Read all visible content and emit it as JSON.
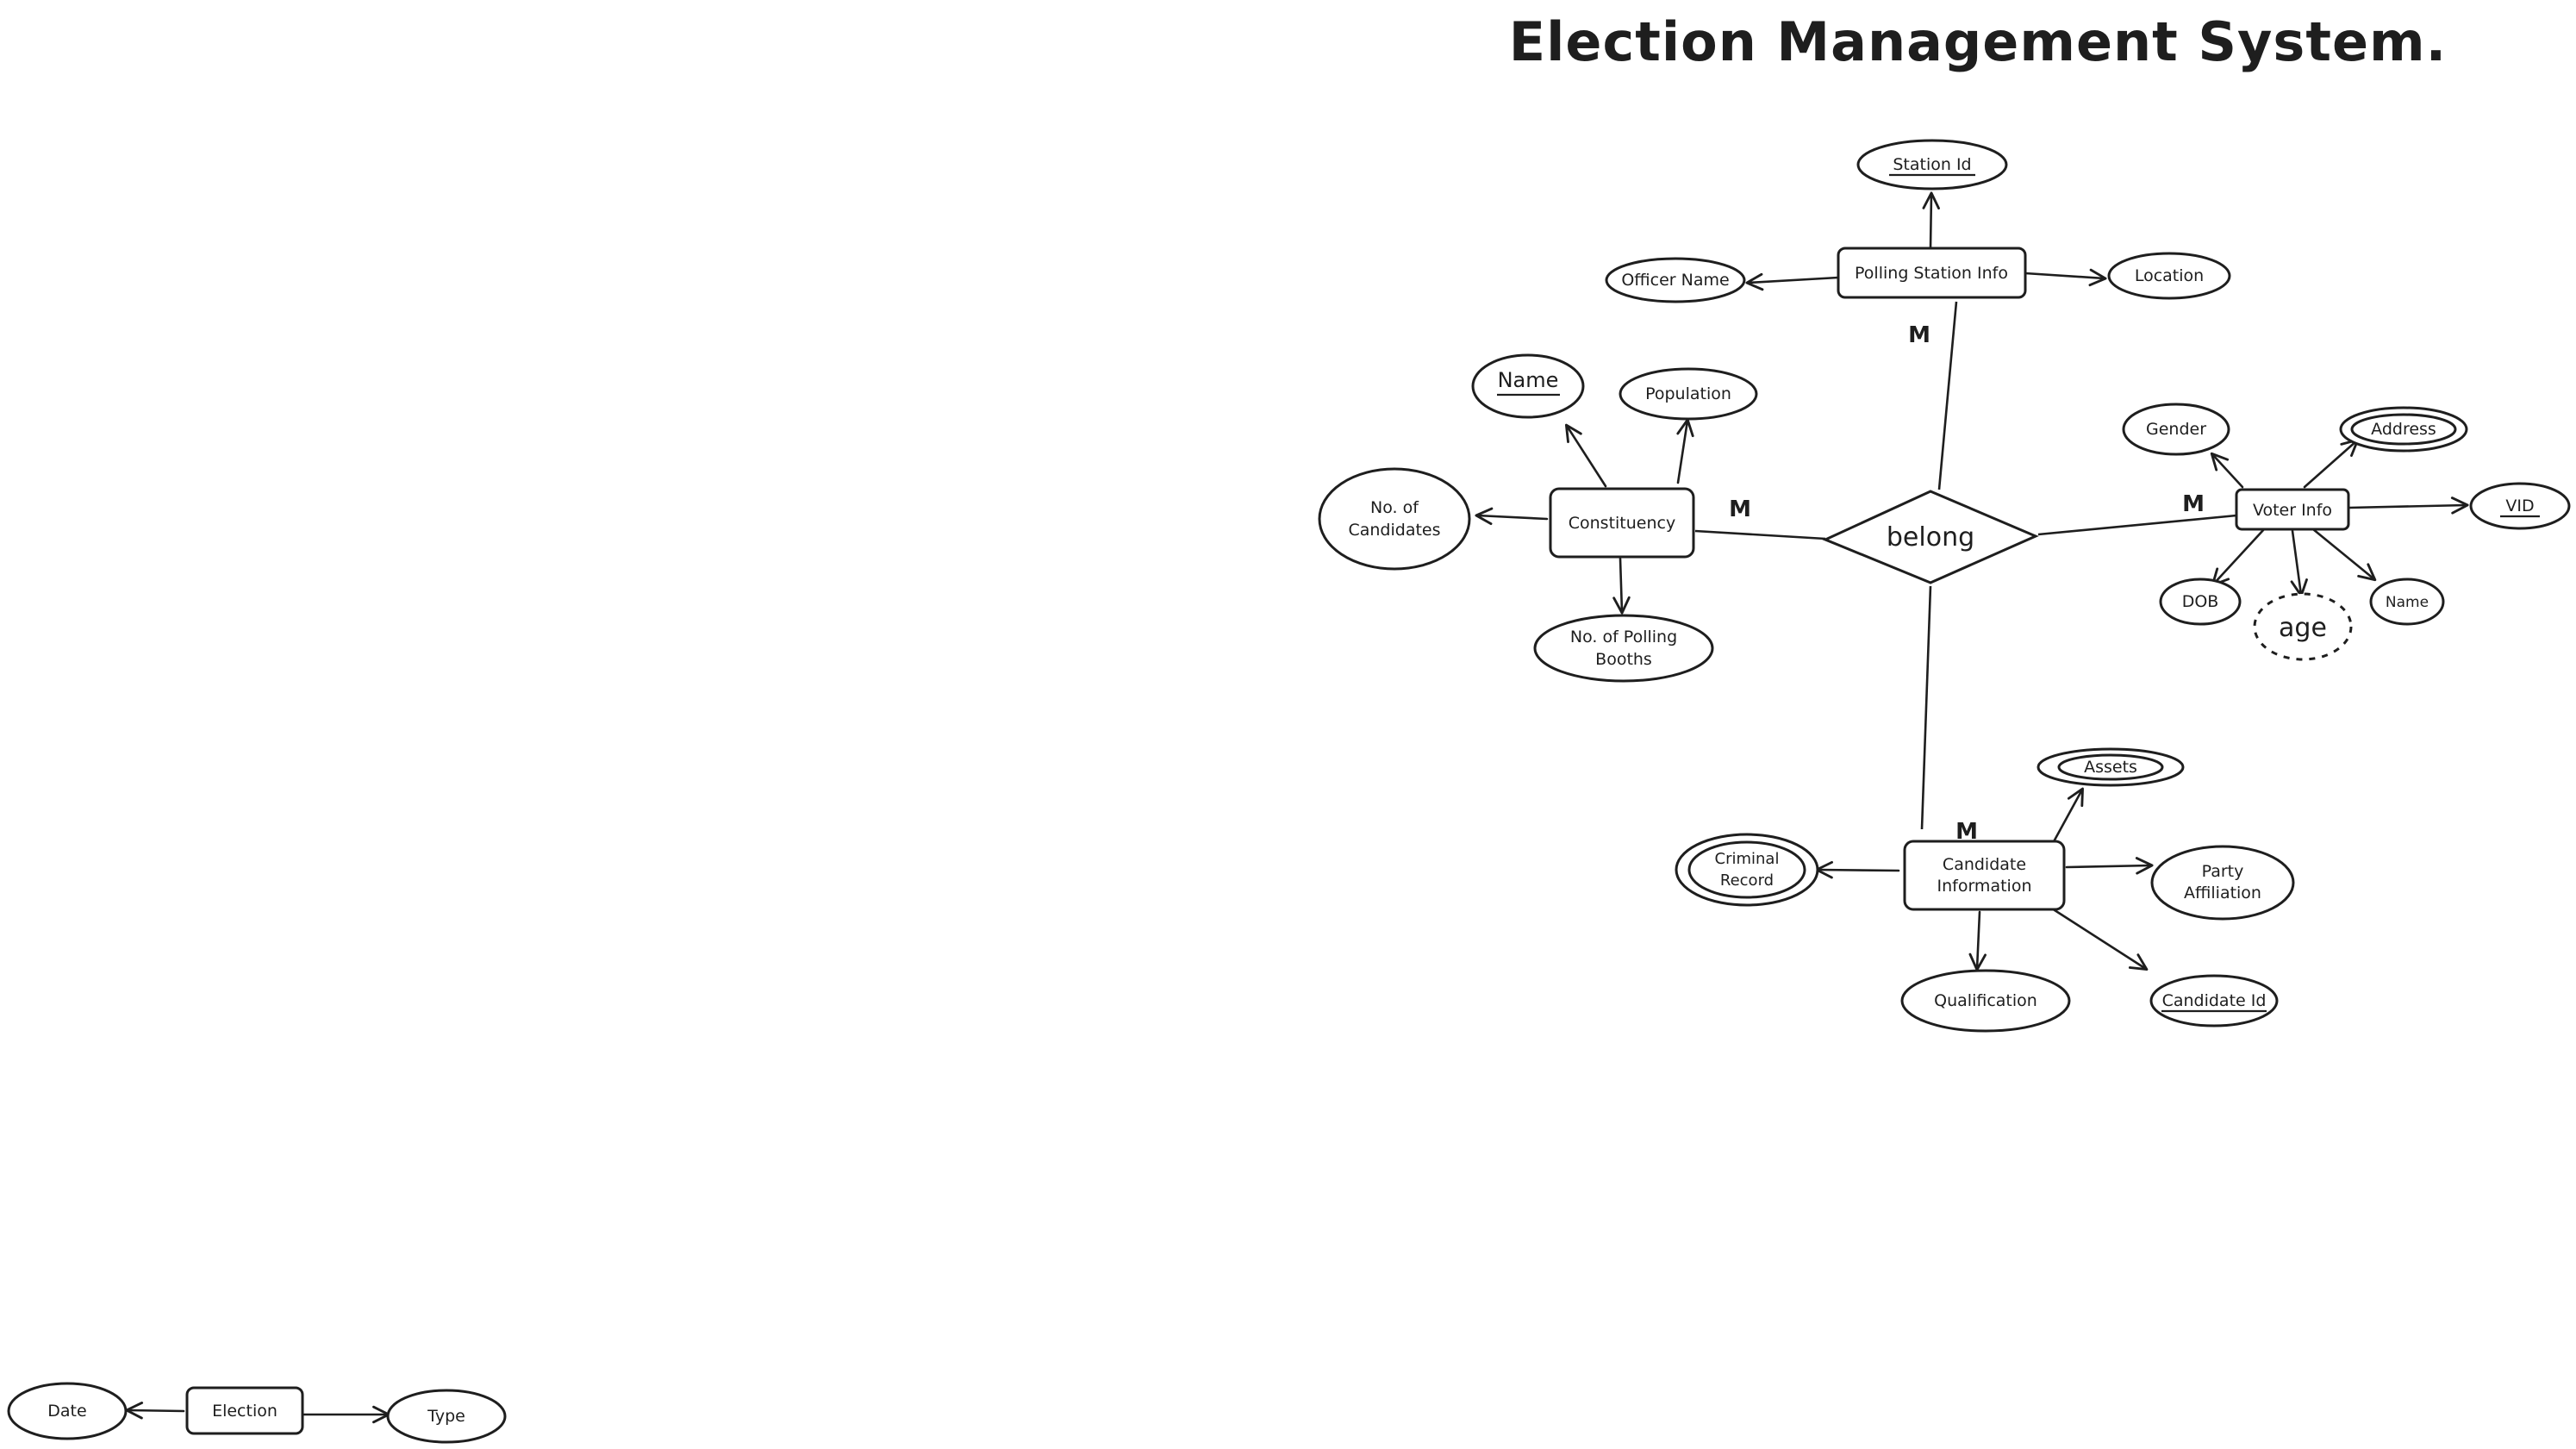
{
  "title": "Election Management System.",
  "relationship": {
    "label": "belong"
  },
  "entities": {
    "polling_station": "Polling Station Info",
    "constituency": "Constituency",
    "voter": "Voter Info",
    "candidate": "Candidate Information",
    "election": "Election"
  },
  "attributes": {
    "station_id": "Station Id",
    "officer_name": "Officer Name",
    "location": "Location",
    "constituency_name": "Name",
    "population": "Population",
    "no_of_candidates": "No. of Candidates",
    "no_of_polling_booths": "No. of Polling Booths",
    "gender": "Gender",
    "address": "Address",
    "vid": "VID",
    "dob": "DOB",
    "age": "age",
    "voter_name": "Name",
    "assets": "Assets",
    "criminal_record": "Criminal Record",
    "party_affiliation": "Party Affiliation",
    "qualification": "Qualification",
    "candidate_id": "Candidate Id",
    "date": "Date",
    "type": "Type"
  },
  "cardinality": {
    "polling_station": "M",
    "constituency": "M",
    "voter": "M",
    "candidate": "M"
  }
}
